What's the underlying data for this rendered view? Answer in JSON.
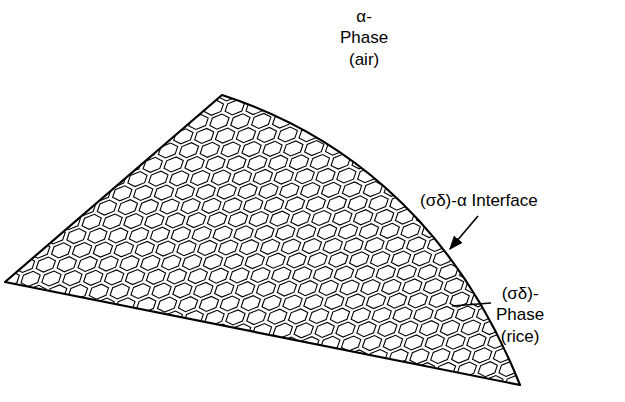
{
  "diagram": {
    "labels": [
      "α-Phase (air)",
      "(σδ)-α Interface",
      "(σδ)-Phase (rice)"
    ]
  }
}
